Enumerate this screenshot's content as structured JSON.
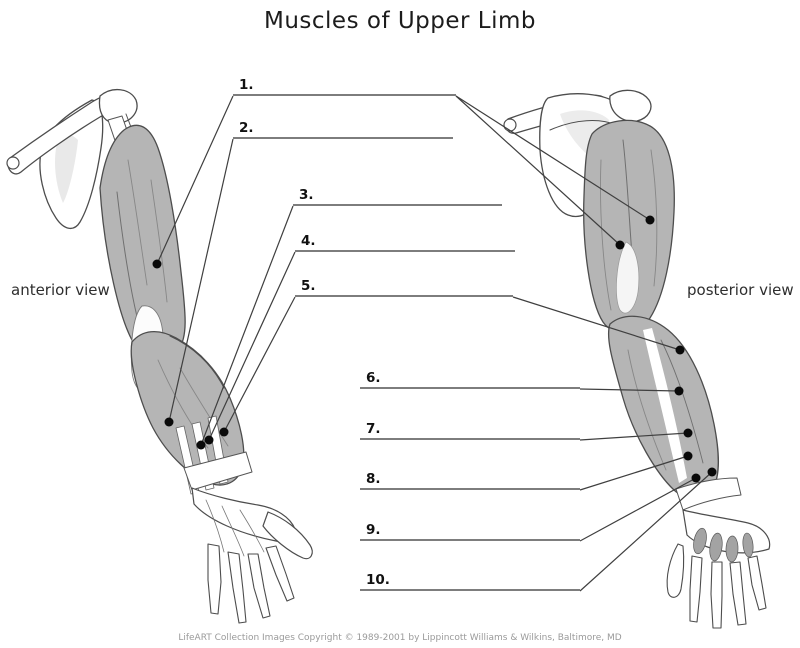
{
  "title": "Muscles of Upper Limb",
  "views": {
    "anterior": "anterior view",
    "posterior": "posterior view"
  },
  "labels": [
    {
      "num": "1.",
      "answer": ""
    },
    {
      "num": "2.",
      "answer": ""
    },
    {
      "num": "3.",
      "answer": ""
    },
    {
      "num": "4.",
      "answer": ""
    },
    {
      "num": "5.",
      "answer": ""
    },
    {
      "num": "6.",
      "answer": ""
    },
    {
      "num": "7.",
      "answer": ""
    },
    {
      "num": "8.",
      "answer": ""
    },
    {
      "num": "9.",
      "answer": ""
    },
    {
      "num": "10.",
      "answer": ""
    }
  ],
  "footer": "LifeART Collection Images Copyright © 1989-2001 by Lippincott Williams & Wilkins, Baltimore, MD",
  "colors": {
    "muscle_fill": "#b5b5b5",
    "muscle_striation": "#878787",
    "outline": "#4d4d4d",
    "bone_fill": "#ffffff",
    "bone_shade": "#e9e9e9",
    "leader_line": "#3f3f3f",
    "blank_line": "#7d7d7d",
    "marker_dot": "#0a0a0a"
  }
}
